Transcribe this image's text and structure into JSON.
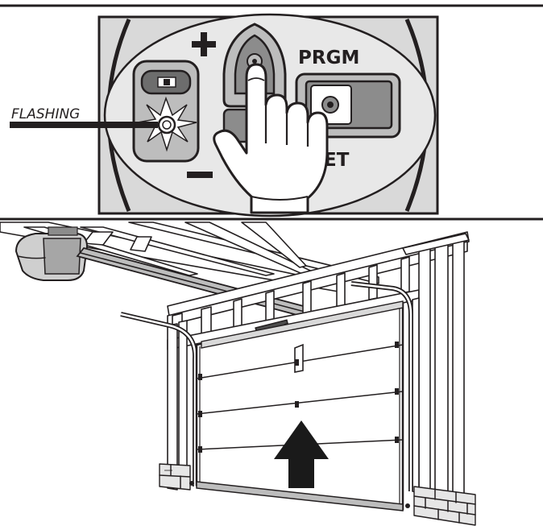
{
  "labels": {
    "flashing": "FLASHING",
    "prgm": "PRGM",
    "set_partial": "ET"
  },
  "icons": {
    "plus": "plus-icon",
    "minus": "minus-icon",
    "hand": "pointing-hand-icon",
    "led": "flashing-led-icon",
    "arrow": "up-arrow-icon"
  },
  "colors": {
    "ink": "#231f20",
    "panel": "#d9d9d9",
    "button": "#8c8c8c",
    "arrow": "#1a1a1a"
  }
}
